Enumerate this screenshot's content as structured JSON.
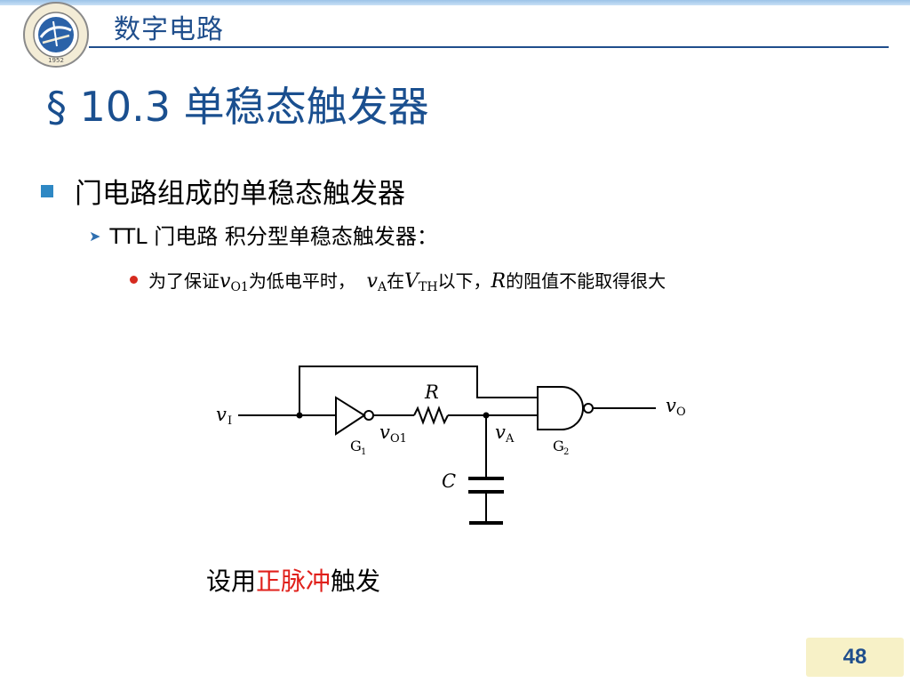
{
  "header": {
    "course_title": "数字电路",
    "logo": {
      "icon": "university-seal",
      "year": "1952"
    }
  },
  "section_title": "§ 10.3 单稳态触发器",
  "bullets": {
    "level1": "门电路组成的单稳态触发器",
    "level2": "TTL 门电路 积分型单稳态触发器：",
    "level3": {
      "t1": "为了保证",
      "v1": "v",
      "v1_sub": "O1",
      "t2": "为低电平时，",
      "v2": "v",
      "v2_sub": "A",
      "t3": "在",
      "v3": "V",
      "v3_sub": "TH",
      "t4": "以下，",
      "v4": "R",
      "t5": "的阻值不能取得很大"
    }
  },
  "circuit": {
    "input_v": "v",
    "input_sub": "I",
    "g1_name": "G",
    "g1_sub": "1",
    "vo1_v": "v",
    "vo1_sub": "O1",
    "resistor_label": "R",
    "va_v": "v",
    "va_sub": "A",
    "capacitor_label": "C",
    "g2_name": "G",
    "g2_sub": "2",
    "output_v": "v",
    "output_sub": "O"
  },
  "trigger_note": {
    "before": "设用",
    "highlight": "正脉冲",
    "after": "触发"
  },
  "page_number": "48",
  "colors": {
    "title_blue": "#1a4f8f",
    "bullet_square": "#2e88c4",
    "bullet_dot": "#d62a1f",
    "highlight_red": "#e0201b",
    "page_box": "#f7f1c7"
  }
}
